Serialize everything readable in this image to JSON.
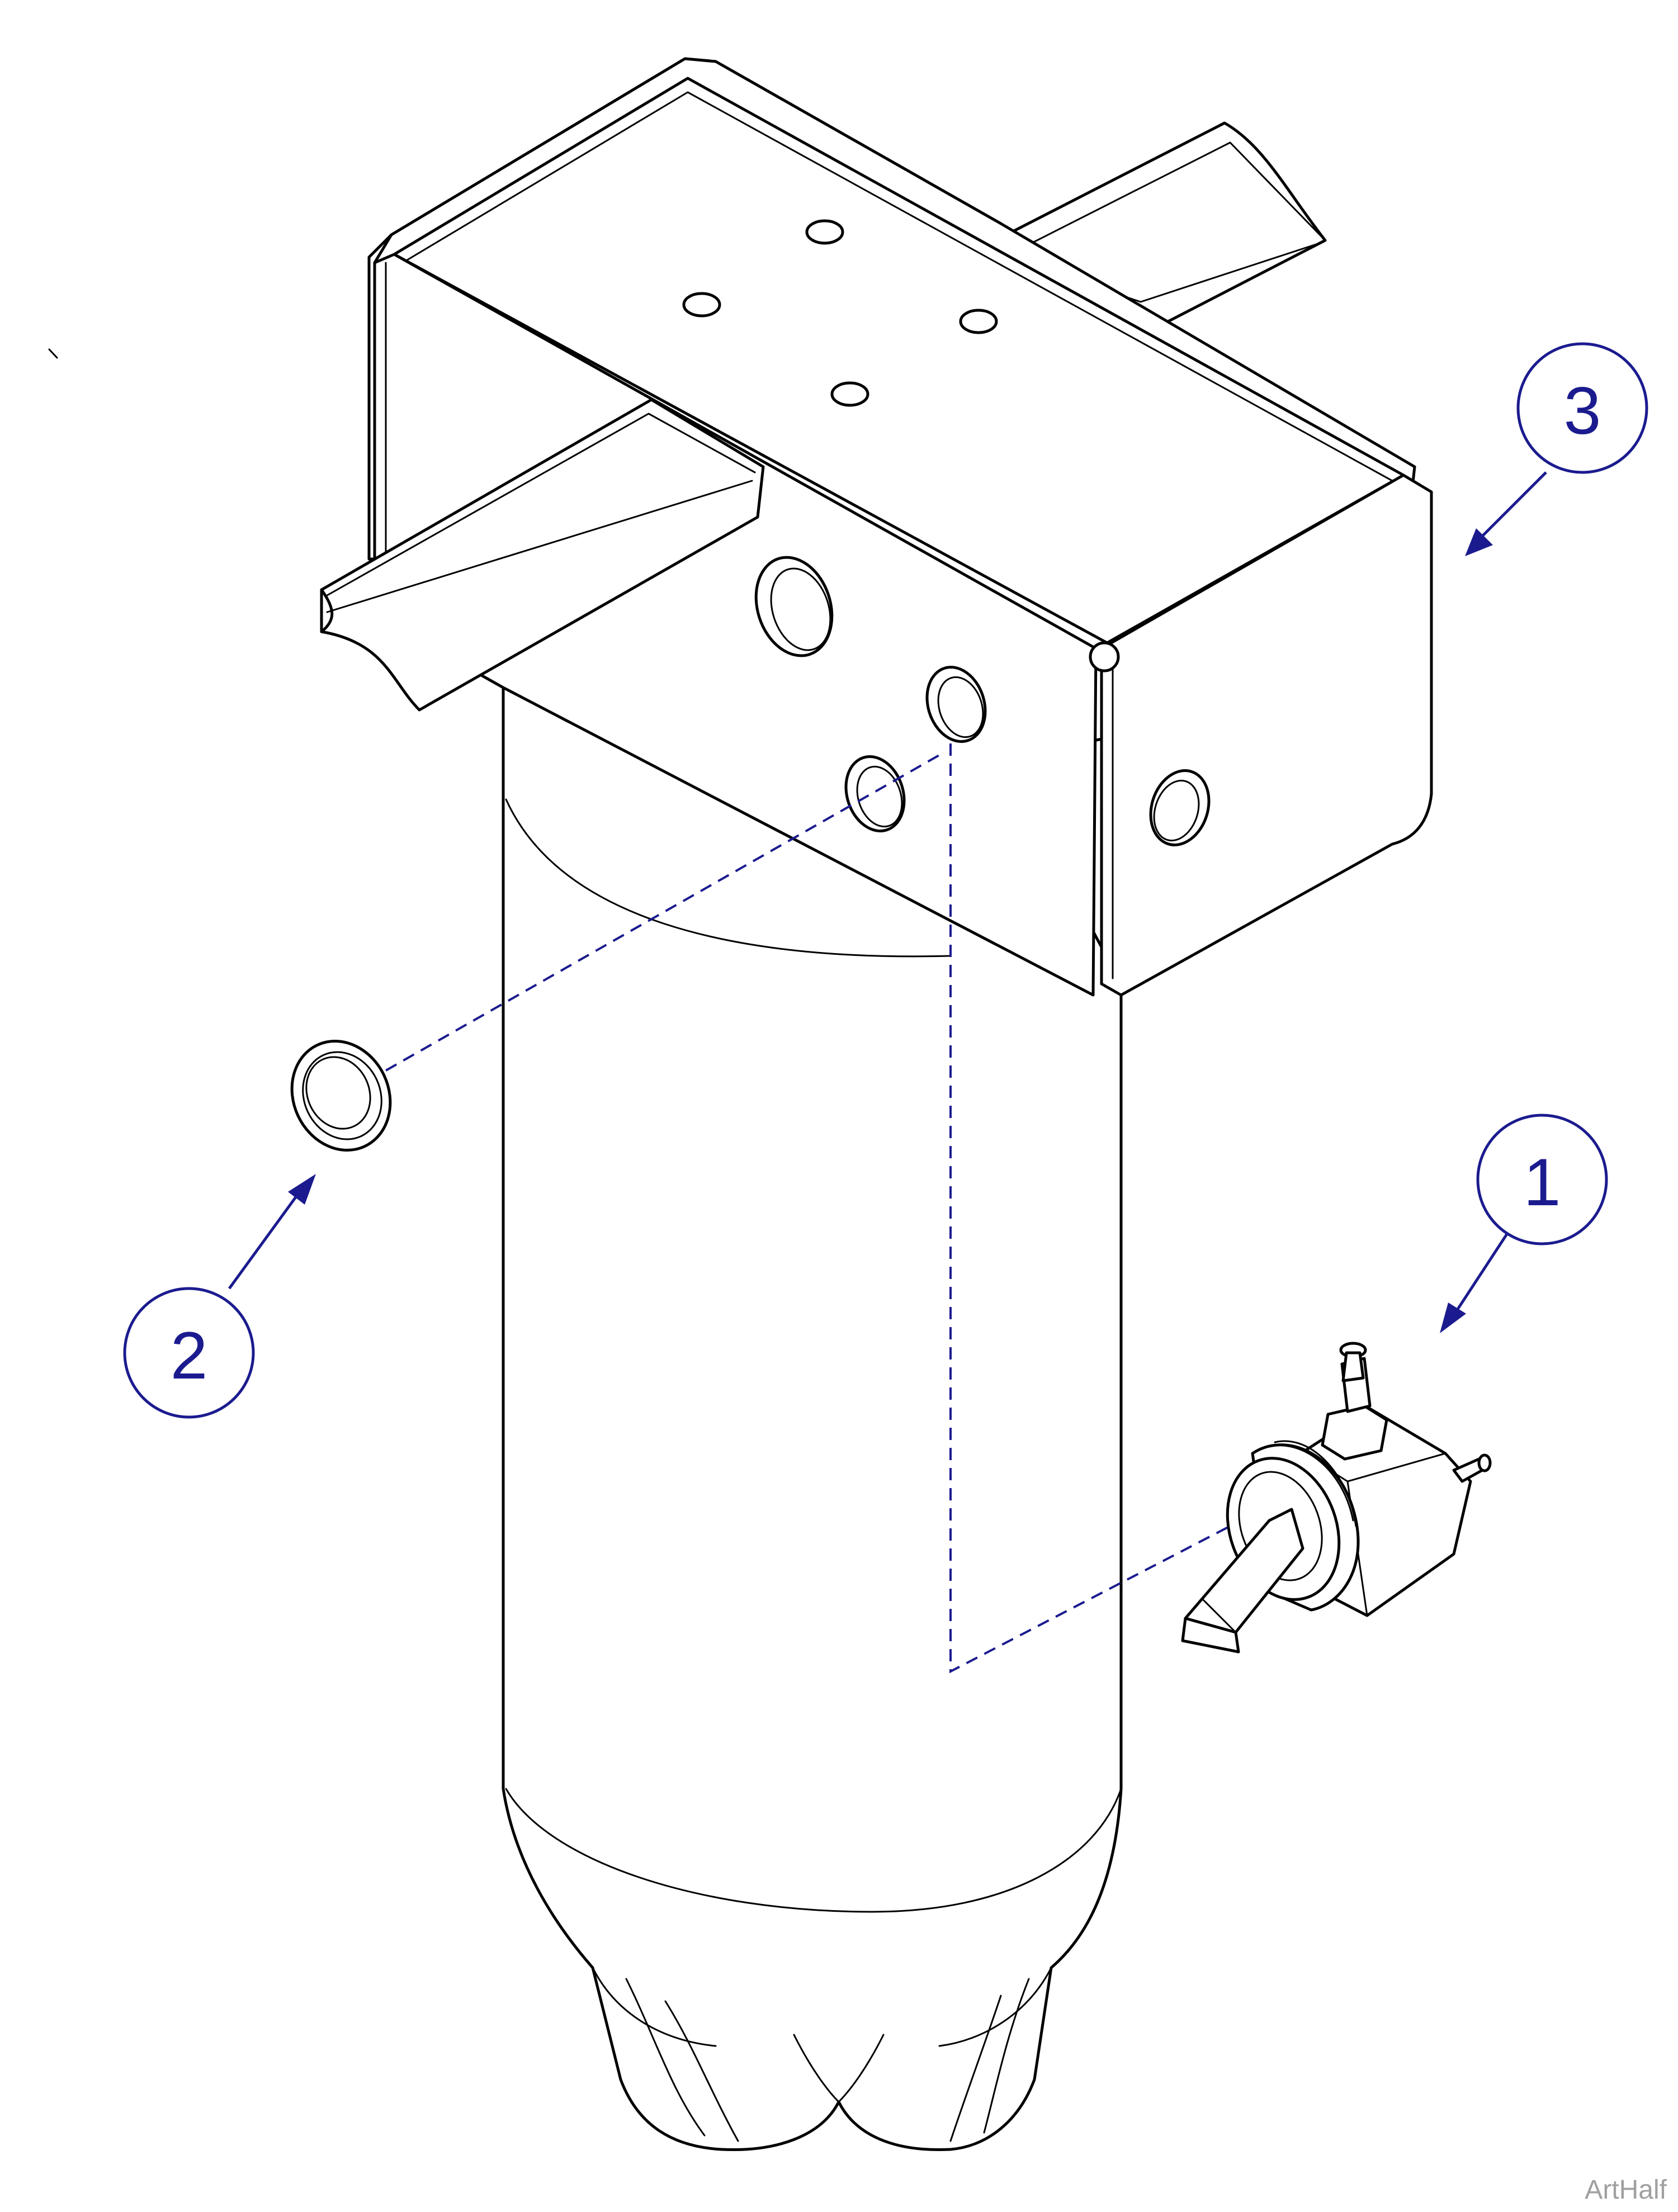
{
  "callouts": [
    {
      "id": "1",
      "label": "1"
    },
    {
      "id": "2",
      "label": "2"
    },
    {
      "id": "3",
      "label": "3"
    }
  ],
  "watermark": "ArtHalf",
  "colors": {
    "callout": "#1b1b8f",
    "line": "#000000",
    "watermark": "#a0a0a0"
  }
}
